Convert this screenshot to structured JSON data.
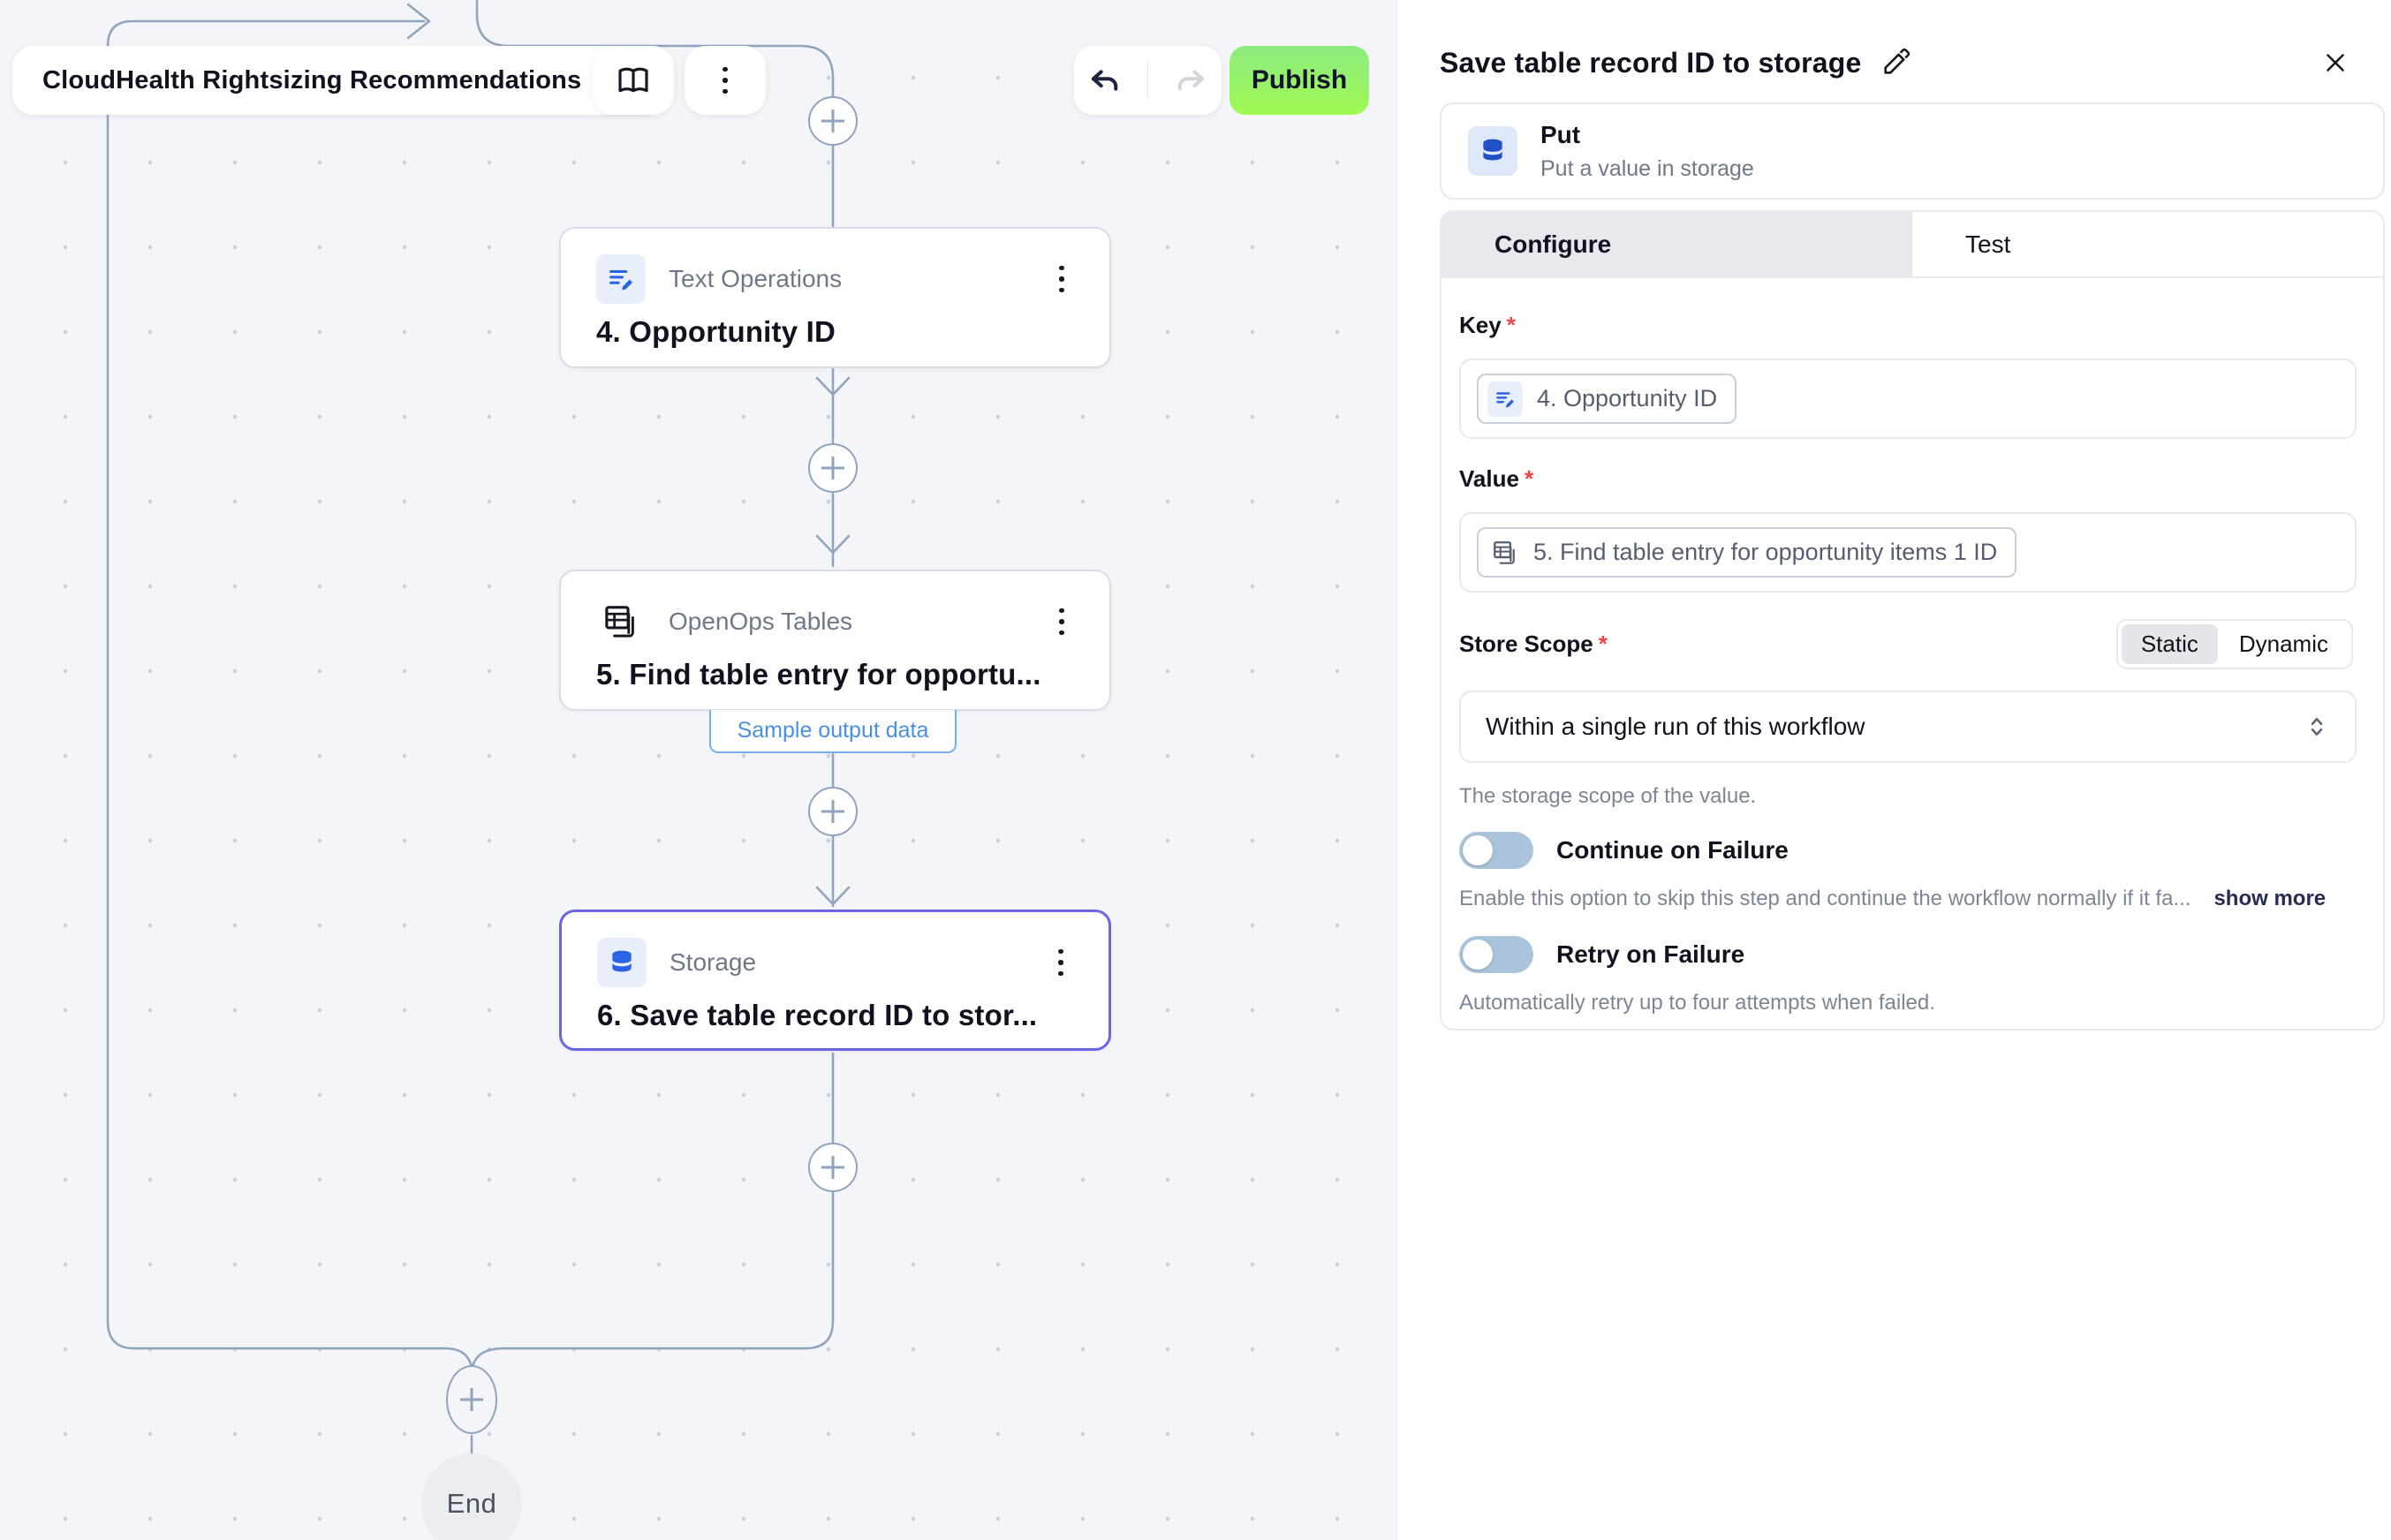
{
  "toolbar": {
    "flow_name": "CloudHealth Rightsizing Recommendations",
    "publish_label": "Publish"
  },
  "canvas": {
    "nodes": [
      {
        "app": "Text Operations",
        "title": "4. Opportunity ID",
        "icon": "text-operations-icon",
        "selected": false
      },
      {
        "app": "OpenOps Tables",
        "title": "5. Find table entry for opportu...",
        "icon": "tables-icon",
        "selected": false
      },
      {
        "app": "Storage",
        "title": "6. Save table record ID to stor...",
        "icon": "storage-icon",
        "selected": true
      }
    ],
    "sample_output_label": "Sample output data",
    "end_label": "End"
  },
  "panel": {
    "title": "Save table record ID to storage",
    "required_marker": "*",
    "action": {
      "name": "Put",
      "description": "Put a value in storage",
      "icon": "storage-icon"
    },
    "tabs": [
      {
        "label": "Configure",
        "active": true
      },
      {
        "label": "Test",
        "active": false
      }
    ],
    "key_field": {
      "label": "Key",
      "chip": {
        "icon": "text-operations-icon",
        "text": "4. Opportunity ID"
      }
    },
    "value_field": {
      "label": "Value",
      "chip": {
        "icon": "tables-icon",
        "text": "5. Find table entry for opportunity items 1 ID"
      }
    },
    "store_scope": {
      "label": "Store Scope",
      "options": [
        "Static",
        "Dynamic"
      ],
      "selected_option": "Static",
      "select_value": "Within a single run of this workflow",
      "helper": "The storage scope of the value."
    },
    "continue_on_failure": {
      "label": "Continue on Failure",
      "enabled": false,
      "helper": "Enable this option to skip this step and continue the workflow normally if it fa...",
      "show_more_label": "show more"
    },
    "retry_on_failure": {
      "label": "Retry on Failure",
      "enabled": false,
      "helper": "Automatically retry up to four attempts when failed."
    }
  },
  "icons": {
    "chevron-down-icon": "⌄",
    "book-icon": "📖",
    "kebab-icon": "⋮",
    "undo-icon": "↩",
    "redo-icon": "↪",
    "plus-icon": "+",
    "pencil-icon": "✎",
    "close-icon": "✕",
    "chevron-up-down-icon": "⇅",
    "storage-icon": "🛢",
    "tables-icon": "▦",
    "text-operations-icon": "≡"
  },
  "colors": {
    "publish-top": "#8deb80",
    "publish-bottom": "#a0f952",
    "selected-node-border": "#6966e6",
    "edge": "#8fa4bd",
    "badge-blue": "#4a90e2",
    "toggle-track": "#a9c4da",
    "icon-blue": "#2b63e8"
  }
}
